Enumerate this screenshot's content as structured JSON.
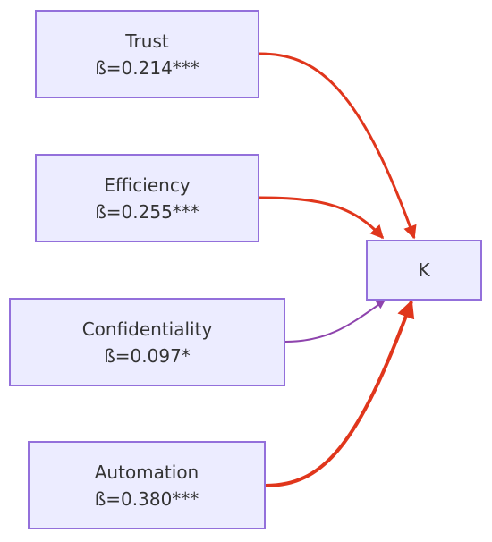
{
  "diagram": {
    "nodes": [
      {
        "id": "trust",
        "label": "Trust",
        "coef": "ß=0.214***"
      },
      {
        "id": "efficiency",
        "label": "Efficiency",
        "coef": "ß=0.255***"
      },
      {
        "id": "confidentiality",
        "label": "Confidentiality",
        "coef": "ß=0.097*"
      },
      {
        "id": "automation",
        "label": "Automation",
        "coef": "ß=0.380***"
      },
      {
        "id": "k",
        "label": "K"
      }
    ],
    "edges": [
      {
        "from": "trust",
        "to": "k",
        "color": "#E0361C"
      },
      {
        "from": "efficiency",
        "to": "k",
        "color": "#E0361C"
      },
      {
        "from": "confidentiality",
        "to": "k",
        "color": "#8E44AD"
      },
      {
        "from": "automation",
        "to": "k",
        "color": "#E0361C"
      }
    ],
    "colors": {
      "node_fill": "#ECECFF",
      "node_border": "#9370DB",
      "text": "#333333"
    }
  }
}
